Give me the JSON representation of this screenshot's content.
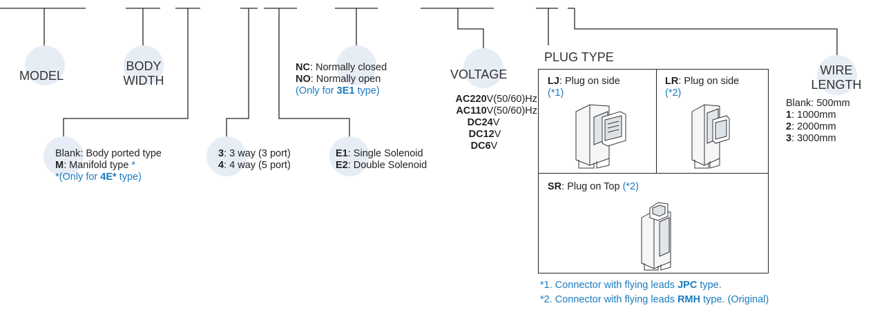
{
  "colors": {
    "accent": "#1a7bbf",
    "circle": "#e7edf5",
    "line": "#222222"
  },
  "labels": {
    "model": "MODEL",
    "body_width_1": "BODY",
    "body_width_2": "WIDTH",
    "voltage": "VOLTAGE",
    "plug_type": "PLUG TYPE",
    "wire_length_1": "WIRE",
    "wire_length_2": "LENGTH"
  },
  "body_type": {
    "blank": "Blank: Body ported type",
    "m_code": "M",
    "m_text": ": Manifold type ",
    "m_star": "*",
    "note_pre": "*(Only for ",
    "note_code": "4E*",
    "note_post": " type)"
  },
  "ways": {
    "three_code": "3",
    "three_text": ": 3 way (3 port)",
    "four_code": "4",
    "four_text": ": 4 way (5 port)"
  },
  "solenoid": {
    "e1_code": "E1",
    "e1_text": ": Single Solenoid",
    "e2_code": "E2",
    "e2_text": ": Double Solenoid"
  },
  "normal": {
    "nc_code": "NC",
    "nc_text": ": Normally closed",
    "no_code": "NO",
    "no_text": ": Normally open",
    "note_pre": "(Only for ",
    "note_code": "3E1",
    "note_post": " type)"
  },
  "voltage": {
    "ac220_code": "AC220",
    "ac220_unit": "V(50/60)Hz",
    "ac110_code": "AC110",
    "ac110_unit": "V(50/60)Hz",
    "dc24_code": "DC24",
    "dc24_unit": "V",
    "dc12_code": "DC12",
    "dc12_unit": "V",
    "dc6_code": "DC6",
    "dc6_unit": "V"
  },
  "plug": {
    "lj_code": "LJ",
    "lj_text": ": Plug on side",
    "lj_note": "(*1)",
    "lr_code": "LR",
    "lr_text": ": Plug on side",
    "lr_note": "(*2)",
    "sr_code": "SR",
    "sr_text": ": Plug on Top ",
    "sr_note": "(*2)"
  },
  "footnotes": {
    "f1_pre": "*1. Connector with flying leads ",
    "f1_code": "JPC",
    "f1_post": " type.",
    "f2_pre": "*2. Connector with flying leads ",
    "f2_code": "RMH",
    "f2_post": " type. (Original)"
  },
  "wire": {
    "blank": "Blank: 500mm",
    "o1_code": "1",
    "o1_text": ": 1000mm",
    "o2_code": "2",
    "o2_text": ": 2000mm",
    "o3_code": "3",
    "o3_text": ": 3000mm"
  }
}
